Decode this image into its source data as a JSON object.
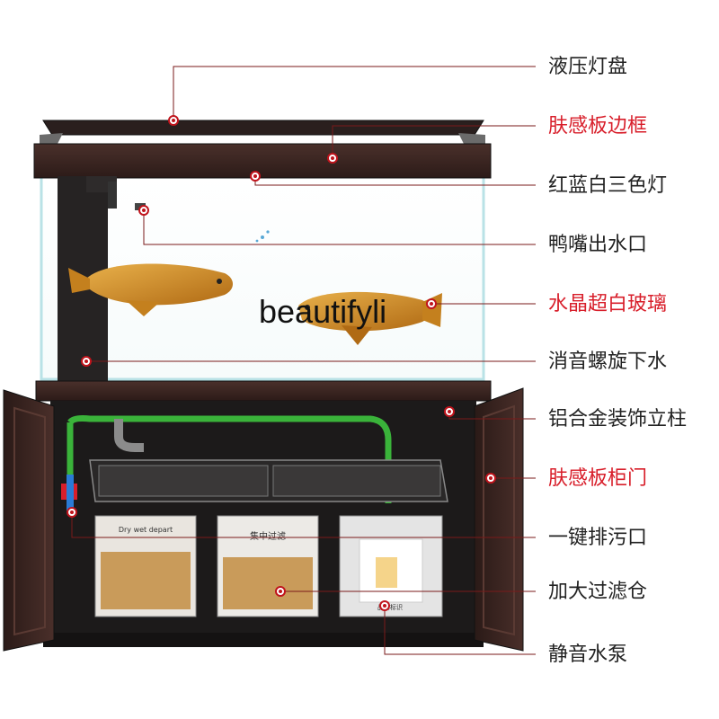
{
  "watermark": "beautifyli",
  "labels": [
    {
      "text": "液压灯盘",
      "highlight": false
    },
    {
      "text": "肤感板边框",
      "highlight": true
    },
    {
      "text": "红蓝白三色灯",
      "highlight": false
    },
    {
      "text": "鸭嘴出水口",
      "highlight": false
    },
    {
      "text": "水晶超白玻璃",
      "highlight": true
    },
    {
      "text": "消音螺旋下水",
      "highlight": false
    },
    {
      "text": "铝合金装饰立柱",
      "highlight": false
    },
    {
      "text": "肤感板柜门",
      "highlight": true
    },
    {
      "text": "一键排污口",
      "highlight": false
    },
    {
      "text": "加大过滤仓",
      "highlight": false
    },
    {
      "text": "静音水泵",
      "highlight": false
    }
  ],
  "box_labels": {
    "left": "Dry wet depart",
    "middle": "集中过滤",
    "right": "品牌标识"
  },
  "colors": {
    "highlight": "#d81e2a",
    "wood": "#3b2522",
    "cabinet": "#1c1a1a",
    "line": "#7a1a1a",
    "pipe": "#3ab33a"
  }
}
